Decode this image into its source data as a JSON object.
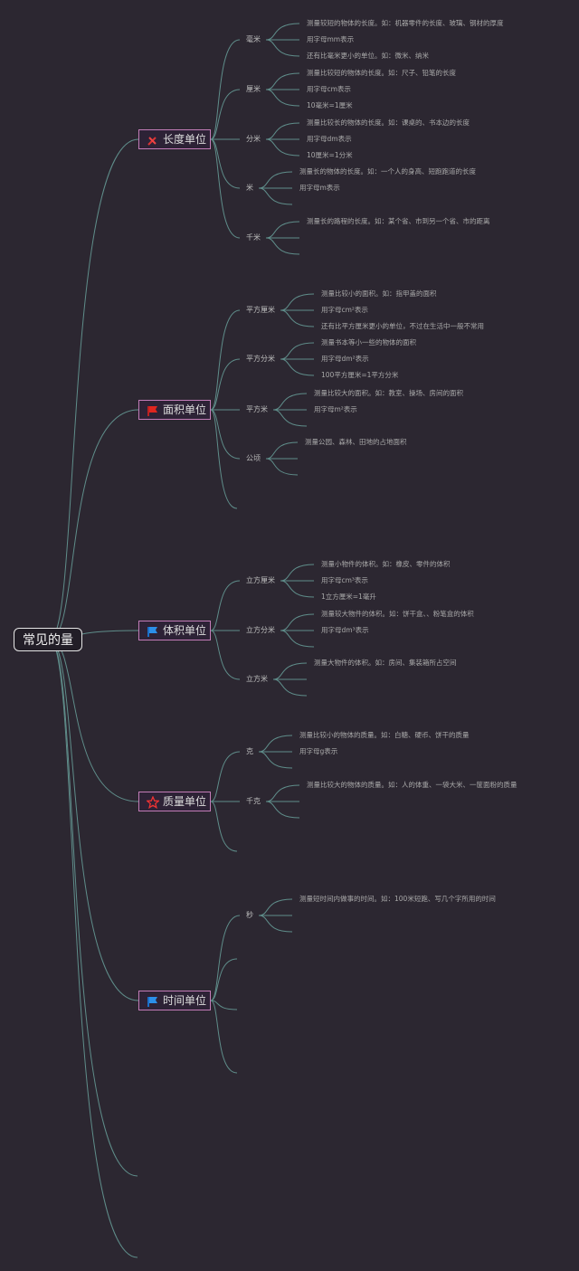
{
  "root": {
    "label": "常见的量"
  },
  "topics": [
    {
      "label": "长度单位",
      "icon": "tools-icon",
      "children": [
        {
          "label": "毫米",
          "notes": [
            "测量较短的物体的长度。如：机器零件的长度、玻璃、钢材的厚度",
            "用字母mm表示",
            "还有比毫米更小的单位。如：微米、纳米"
          ]
        },
        {
          "label": "厘米",
          "notes": [
            "测量比较短的物体的长度。如：尺子、铅笔的长度",
            "用字母cm表示",
            "10毫米=1厘米"
          ]
        },
        {
          "label": "分米",
          "notes": [
            "测量比较长的物体的长度。如：课桌的、书本边的长度",
            "用字母dm表示",
            "10厘米=1分米"
          ]
        },
        {
          "label": "米",
          "notes": [
            "测量长的物体的长度。如：一个人的身高、短跑跑道的长度",
            "用字母m表示"
          ]
        },
        {
          "label": "千米",
          "notes": [
            "测量长的路程的长度。如：某个省、市到另一个省、市的距离"
          ]
        }
      ]
    },
    {
      "label": "面积单位",
      "icon": "red-flag-icon",
      "children": [
        {
          "label": "平方厘米",
          "notes": [
            "测量比较小的面积。如：指甲盖的面积",
            "用字母cm²表示",
            "还有比平方厘米更小的单位，不过在生活中一般不常用"
          ]
        },
        {
          "label": "平方分米",
          "notes": [
            "测量书本等小一些的物体的面积",
            "用字母dm²表示",
            "100平方厘米=1平方分米"
          ]
        },
        {
          "label": "平方米",
          "notes": [
            "测量比较大的面积。如：教室、操场、房间的面积",
            "用字母m²表示"
          ]
        },
        {
          "label": "公顷",
          "notes": [
            "测量公园、森林、田地的占地面积"
          ]
        }
      ]
    },
    {
      "label": "体积单位",
      "icon": "blue-flag-icon",
      "children": [
        {
          "label": "立方厘米",
          "notes": [
            "测量小物件的体积。如：橡皮、零件的体积",
            "用字母cm³表示",
            "1立方厘米=1毫升"
          ]
        },
        {
          "label": "立方分米",
          "notes": [
            "测量较大物件的体积。如：饼干盒、、粉笔盒的体积",
            "用字母dm³表示"
          ]
        },
        {
          "label": "立方米",
          "notes": [
            "测量大物件的体积。如：房间、集装箱所占空间"
          ]
        }
      ]
    },
    {
      "label": "质量单位",
      "icon": "star-icon",
      "children": [
        {
          "label": "克",
          "notes": [
            "测量比较小的物体的质量。如：白糖、硬币、饼干的质量",
            "用字母g表示"
          ]
        },
        {
          "label": "千克",
          "notes": [
            "测量比较大的物体的质量。如：人的体重、一袋大米、一筐面粉的质量"
          ]
        }
      ]
    },
    {
      "label": "时间单位",
      "icon": "blue-flag-icon",
      "children": [
        {
          "label": "秒",
          "notes": [
            "测量短时间内做事的时间。如：100米短跑、写几个字所用的时间"
          ]
        }
      ]
    }
  ]
}
